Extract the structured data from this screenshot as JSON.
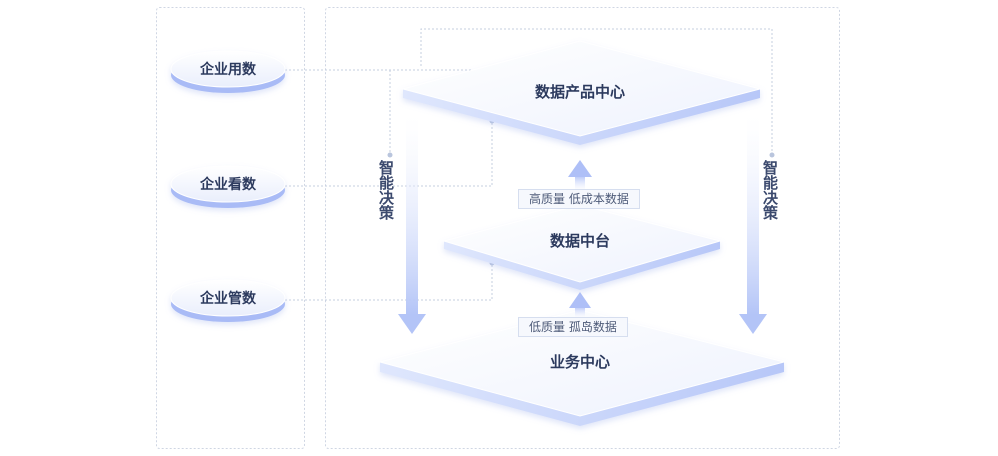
{
  "left_items": [
    {
      "label": "企业用数"
    },
    {
      "label": "企业看数"
    },
    {
      "label": "企业管数"
    }
  ],
  "layers": {
    "top": "数据产品中心",
    "middle": "数据中台",
    "bottom": "业务中心"
  },
  "tags": {
    "upper": "高质量 低成本数据",
    "lower": "低质量 孤岛数据"
  },
  "side_labels": {
    "left": "智能决策",
    "right": "智能决策"
  },
  "colors": {
    "text_dark": "#2c3a5e",
    "accent_blue": "#5b7cfa",
    "light_blue": "#c9d5fb",
    "border_dashed": "#c8d0de"
  }
}
